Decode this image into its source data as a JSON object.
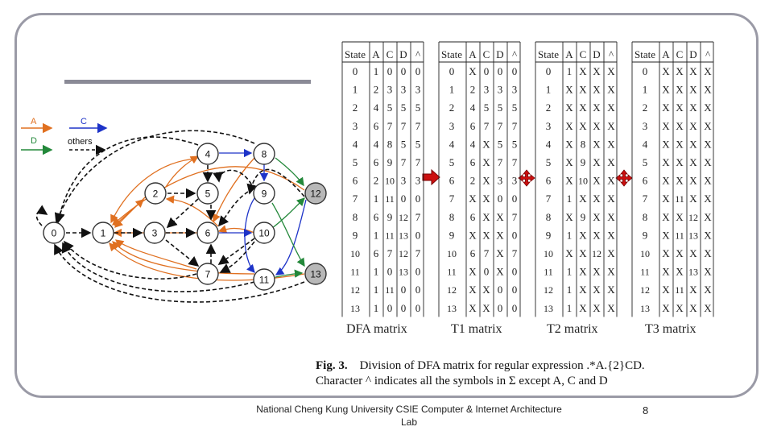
{
  "legend": {
    "a_label": "A",
    "c_label": "C",
    "d_label": "D",
    "others_label": "others"
  },
  "colors": {
    "a": "#e07020",
    "c": "#1d33c8",
    "d": "#23883a",
    "others": "#111111",
    "accept_fill": "#b8b8b8",
    "arrow_red": "#cc1010"
  },
  "graph": {
    "states": [
      "0",
      "1",
      "2",
      "3",
      "4",
      "5",
      "6",
      "7",
      "8",
      "9",
      "10",
      "11",
      "12",
      "13"
    ],
    "accepting_states": [
      "12",
      "13"
    ]
  },
  "matrices": [
    {
      "name": "DFA matrix",
      "headers": [
        "State",
        "A",
        "C",
        "D",
        "^"
      ],
      "rows": [
        [
          "0",
          "1",
          "0",
          "0",
          "0"
        ],
        [
          "1",
          "2",
          "3",
          "3",
          "3"
        ],
        [
          "2",
          "4",
          "5",
          "5",
          "5"
        ],
        [
          "3",
          "6",
          "7",
          "7",
          "7"
        ],
        [
          "4",
          "4",
          "8",
          "5",
          "5"
        ],
        [
          "5",
          "6",
          "9",
          "7",
          "7"
        ],
        [
          "6",
          "2",
          "10",
          "3",
          "3"
        ],
        [
          "7",
          "1",
          "11",
          "0",
          "0"
        ],
        [
          "8",
          "6",
          "9",
          "12",
          "7"
        ],
        [
          "9",
          "1",
          "11",
          "13",
          "0"
        ],
        [
          "10",
          "6",
          "7",
          "12",
          "7"
        ],
        [
          "11",
          "1",
          "0",
          "13",
          "0"
        ],
        [
          "12",
          "1",
          "11",
          "0",
          "0"
        ],
        [
          "13",
          "1",
          "0",
          "0",
          "0"
        ]
      ]
    },
    {
      "name": "T1 matrix",
      "headers": [
        "State",
        "A",
        "C",
        "D",
        "^"
      ],
      "rows": [
        [
          "0",
          "X",
          "0",
          "0",
          "0"
        ],
        [
          "1",
          "2",
          "3",
          "3",
          "3"
        ],
        [
          "2",
          "4",
          "5",
          "5",
          "5"
        ],
        [
          "3",
          "6",
          "7",
          "7",
          "7"
        ],
        [
          "4",
          "4",
          "X",
          "5",
          "5"
        ],
        [
          "5",
          "6",
          "X",
          "7",
          "7"
        ],
        [
          "6",
          "2",
          "X",
          "3",
          "3"
        ],
        [
          "7",
          "X",
          "X",
          "0",
          "0"
        ],
        [
          "8",
          "6",
          "X",
          "X",
          "7"
        ],
        [
          "9",
          "X",
          "X",
          "X",
          "0"
        ],
        [
          "10",
          "6",
          "7",
          "X",
          "7"
        ],
        [
          "11",
          "X",
          "0",
          "X",
          "0"
        ],
        [
          "12",
          "X",
          "X",
          "0",
          "0"
        ],
        [
          "13",
          "X",
          "X",
          "0",
          "0"
        ]
      ]
    },
    {
      "name": "T2 matrix",
      "headers": [
        "State",
        "A",
        "C",
        "D",
        "^"
      ],
      "rows": [
        [
          "0",
          "1",
          "X",
          "X",
          "X"
        ],
        [
          "1",
          "X",
          "X",
          "X",
          "X"
        ],
        [
          "2",
          "X",
          "X",
          "X",
          "X"
        ],
        [
          "3",
          "X",
          "X",
          "X",
          "X"
        ],
        [
          "4",
          "X",
          "8",
          "X",
          "X"
        ],
        [
          "5",
          "X",
          "9",
          "X",
          "X"
        ],
        [
          "6",
          "X",
          "10",
          "X",
          "X"
        ],
        [
          "7",
          "1",
          "X",
          "X",
          "X"
        ],
        [
          "8",
          "X",
          "9",
          "X",
          "X"
        ],
        [
          "9",
          "1",
          "X",
          "X",
          "X"
        ],
        [
          "10",
          "X",
          "X",
          "12",
          "X"
        ],
        [
          "11",
          "1",
          "X",
          "X",
          "X"
        ],
        [
          "12",
          "1",
          "X",
          "X",
          "X"
        ],
        [
          "13",
          "1",
          "X",
          "X",
          "X"
        ]
      ]
    },
    {
      "name": "T3 matrix",
      "headers": [
        "State",
        "A",
        "C",
        "D",
        "^"
      ],
      "rows": [
        [
          "0",
          "X",
          "X",
          "X",
          "X"
        ],
        [
          "1",
          "X",
          "X",
          "X",
          "X"
        ],
        [
          "2",
          "X",
          "X",
          "X",
          "X"
        ],
        [
          "3",
          "X",
          "X",
          "X",
          "X"
        ],
        [
          "4",
          "X",
          "X",
          "X",
          "X"
        ],
        [
          "5",
          "X",
          "X",
          "X",
          "X"
        ],
        [
          "6",
          "X",
          "X",
          "X",
          "X"
        ],
        [
          "7",
          "X",
          "11",
          "X",
          "X"
        ],
        [
          "8",
          "X",
          "X",
          "12",
          "X"
        ],
        [
          "9",
          "X",
          "11",
          "13",
          "X"
        ],
        [
          "10",
          "X",
          "X",
          "X",
          "X"
        ],
        [
          "11",
          "X",
          "X",
          "13",
          "X"
        ],
        [
          "12",
          "X",
          "11",
          "X",
          "X"
        ],
        [
          "13",
          "X",
          "X",
          "X",
          "X"
        ]
      ]
    }
  ],
  "caption": {
    "prefix": "Fig. 3.",
    "line1": "Division of DFA matrix for regular expression .*A.{2}CD.",
    "line2": "Character ^ indicates all the symbols in Σ except A, C and D"
  },
  "footer": {
    "text": "National Cheng Kung University CSIE Computer & Internet Architecture Lab",
    "page_number": "8"
  }
}
